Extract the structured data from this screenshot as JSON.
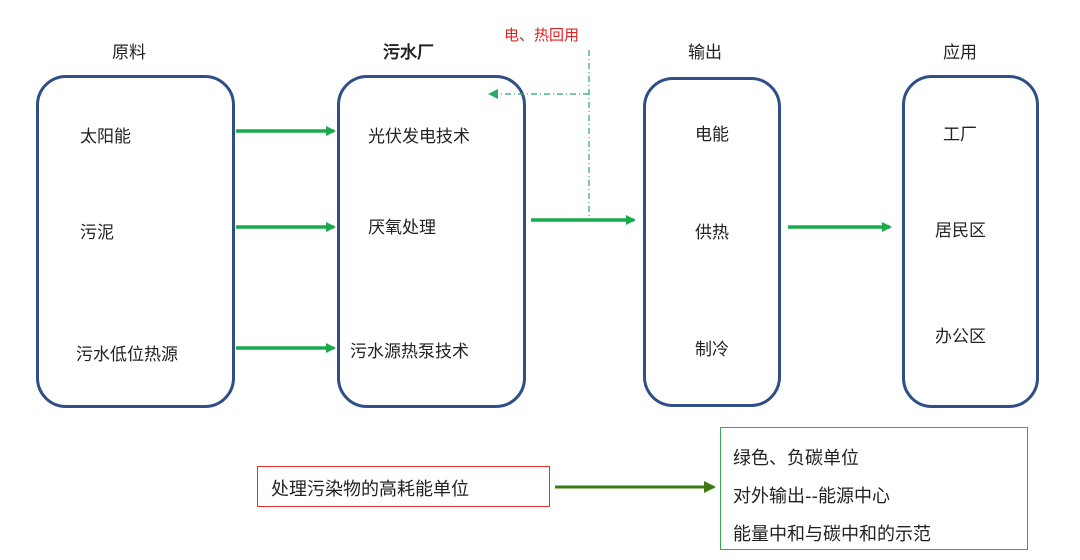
{
  "columns": {
    "raw": {
      "header": "原料",
      "items": [
        "太阳能",
        "污泥",
        "污水低位热源"
      ]
    },
    "plant": {
      "header": "污水厂",
      "items": [
        "光伏发电技术",
        "厌氧处理",
        "污水源热泵技术"
      ]
    },
    "output": {
      "header": "输出",
      "items": [
        "电能",
        "供热",
        "制冷"
      ]
    },
    "application": {
      "header": "应用",
      "items": [
        "工厂",
        "居民区",
        "办公区"
      ]
    }
  },
  "feedback_note": "电、热回用",
  "before_label": "处理污染物的高耗能单位",
  "after_lines": [
    "绿色、负碳单位",
    "对外输出--能源中心",
    "能量中和与碳中和的示范"
  ],
  "colors": {
    "box_border": "#2f4f86",
    "arrow_green": "#1aaa4a",
    "arrow_dark_green": "#3d7a12",
    "feedback_line": "#2aa86a",
    "red": "#e02020",
    "green_box_border": "#3aa655"
  }
}
